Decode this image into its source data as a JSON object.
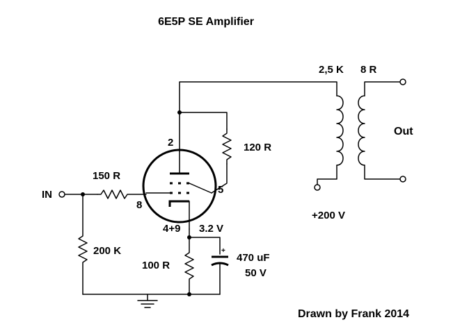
{
  "title": "6E5P SE Amplifier",
  "credit": "Drawn by Frank 2014",
  "colors": {
    "ink": "#000000",
    "background": "#ffffff"
  },
  "transformer": {
    "primary_label": "2,5 K",
    "secondary_label": "8 R",
    "output_label": "Out"
  },
  "supply_label": "+200 V",
  "input_label": "IN",
  "tube": {
    "pin_anode": "2",
    "pin_grid": "8",
    "pin_screen": "5",
    "pin_cathode": "4+9",
    "cathode_voltage": "3.2 V"
  },
  "components": {
    "screen_resistor": "120 R",
    "grid_stopper": "150 R",
    "grid_leak": "200 K",
    "cathode_resistor": "100 R",
    "cathode_cap_value": "470 uF",
    "cathode_cap_voltage": "50 V",
    "cap_polarity": "+"
  }
}
